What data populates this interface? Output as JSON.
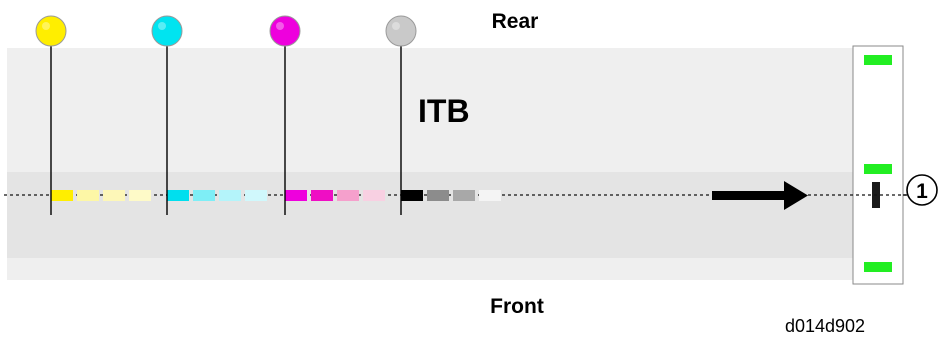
{
  "labels": {
    "rear": "Rear",
    "front": "Front",
    "belt": "ITB",
    "sensor_callout": "1",
    "figure_id": "d014d902"
  },
  "colors": {
    "belt_outer": "#efefef",
    "belt_band": "#e4e4e4",
    "sensor_mark": "#22ee22",
    "arrow": "#000000"
  },
  "color_channels": [
    {
      "name": "yellow",
      "bulb": "#ffee00",
      "patches": [
        "#ffee00",
        "#fdf7a6",
        "#fdf7b8",
        "#fefac8"
      ]
    },
    {
      "name": "cyan",
      "bulb": "#00e4f0",
      "patches": [
        "#00dfee",
        "#7eeef6",
        "#b4f4fa",
        "#d0f8fc"
      ]
    },
    {
      "name": "magenta",
      "bulb": "#ee00dd",
      "patches": [
        "#ee00dd",
        "#ef0ec4",
        "#f5a0cc",
        "#f8d0e2"
      ]
    },
    {
      "name": "black",
      "bulb": "#c9c9c9",
      "patches": [
        "#000000",
        "#8c8c8c",
        "#a8a8a8",
        "#f4f4f4"
      ]
    }
  ]
}
